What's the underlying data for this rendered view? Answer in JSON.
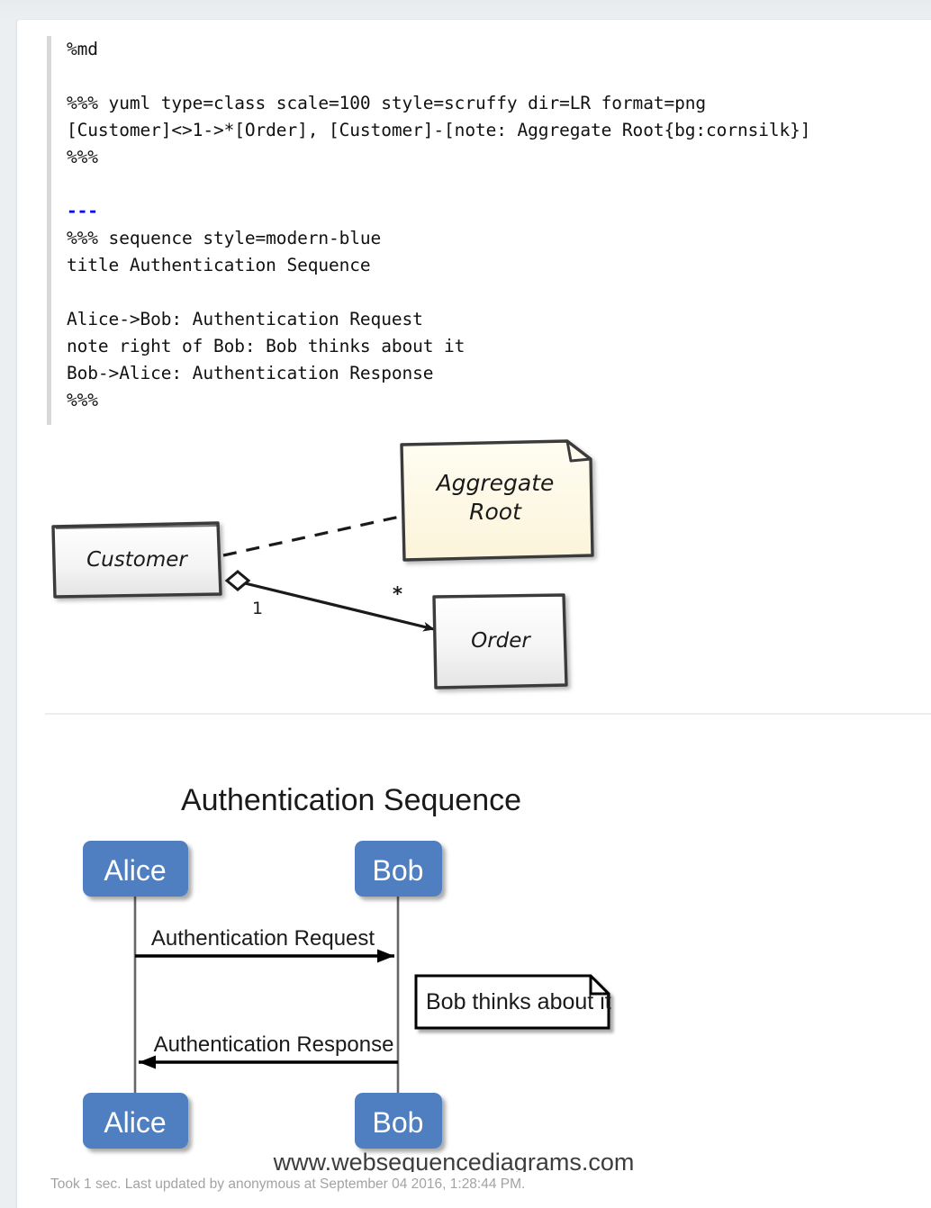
{
  "editor": {
    "interpreter": "%md",
    "lines": [
      {
        "text": "%md",
        "kind": "code"
      },
      {
        "text": "",
        "kind": "blank"
      },
      {
        "text": "%%% yuml type=class scale=100 style=scruffy dir=LR format=png",
        "kind": "code"
      },
      {
        "text": "[Customer]<>1->*[Order], [Customer]-[note: Aggregate Root{bg:cornsilk}]",
        "kind": "code"
      },
      {
        "text": "%%%",
        "kind": "code"
      },
      {
        "text": "",
        "kind": "blank"
      },
      {
        "text": "---",
        "kind": "rule"
      },
      {
        "text": "%%% sequence style=modern-blue",
        "kind": "code"
      },
      {
        "text": "title Authentication Sequence",
        "kind": "code"
      },
      {
        "text": "",
        "kind": "blank"
      },
      {
        "text": "Alice->Bob: Authentication Request",
        "kind": "code"
      },
      {
        "text": "note right of Bob: Bob thinks about it",
        "kind": "code"
      },
      {
        "text": "Bob->Alice: Authentication Response",
        "kind": "code"
      },
      {
        "text": "%%%",
        "kind": "code"
      }
    ]
  },
  "yuml_diagram": {
    "type": "class",
    "style": "scruffy",
    "direction": "LR",
    "scale": "100",
    "format": "png",
    "classes": [
      {
        "id": "customer",
        "label": "Customer"
      },
      {
        "id": "order",
        "label": "Order"
      }
    ],
    "note": {
      "label_line1": "Aggregate",
      "label_line2": "Root",
      "bg": "cornsilk",
      "bg_hex": "#fdf8e3",
      "attached_to": "customer"
    },
    "relations": [
      {
        "from": "customer",
        "to": "order",
        "kind": "aggregation",
        "from_multiplicity": "1",
        "to_multiplicity": "*"
      },
      {
        "from": "customer",
        "to": "note",
        "kind": "dashed-link"
      }
    ],
    "colors": {
      "class_fill_top": "#ffffff",
      "class_fill_bottom": "#e8e8e8",
      "stroke": "#333333"
    }
  },
  "sequence_diagram": {
    "type": "sequence",
    "style": "modern-blue",
    "title": "Authentication Sequence",
    "participants": [
      {
        "id": "alice",
        "label": "Alice"
      },
      {
        "id": "bob",
        "label": "Bob"
      }
    ],
    "messages": [
      {
        "from": "alice",
        "to": "bob",
        "label": "Authentication Request",
        "direction": "right"
      },
      {
        "from": "bob",
        "to": "alice",
        "label": "Authentication Response",
        "direction": "left"
      }
    ],
    "notes": [
      {
        "anchor": "bob",
        "position": "right of",
        "label": "Bob thinks about it"
      }
    ],
    "watermark": "www.websequencediagrams.com",
    "colors": {
      "actor_fill": "#4f7fc1",
      "actor_text": "#ffffff",
      "line": "#555555",
      "arrow": "#000000",
      "note_fill": "#ffffff"
    }
  },
  "footer": {
    "status": "Took 1 sec. Last updated by anonymous at September 04 2016, 1:28:44 PM."
  }
}
